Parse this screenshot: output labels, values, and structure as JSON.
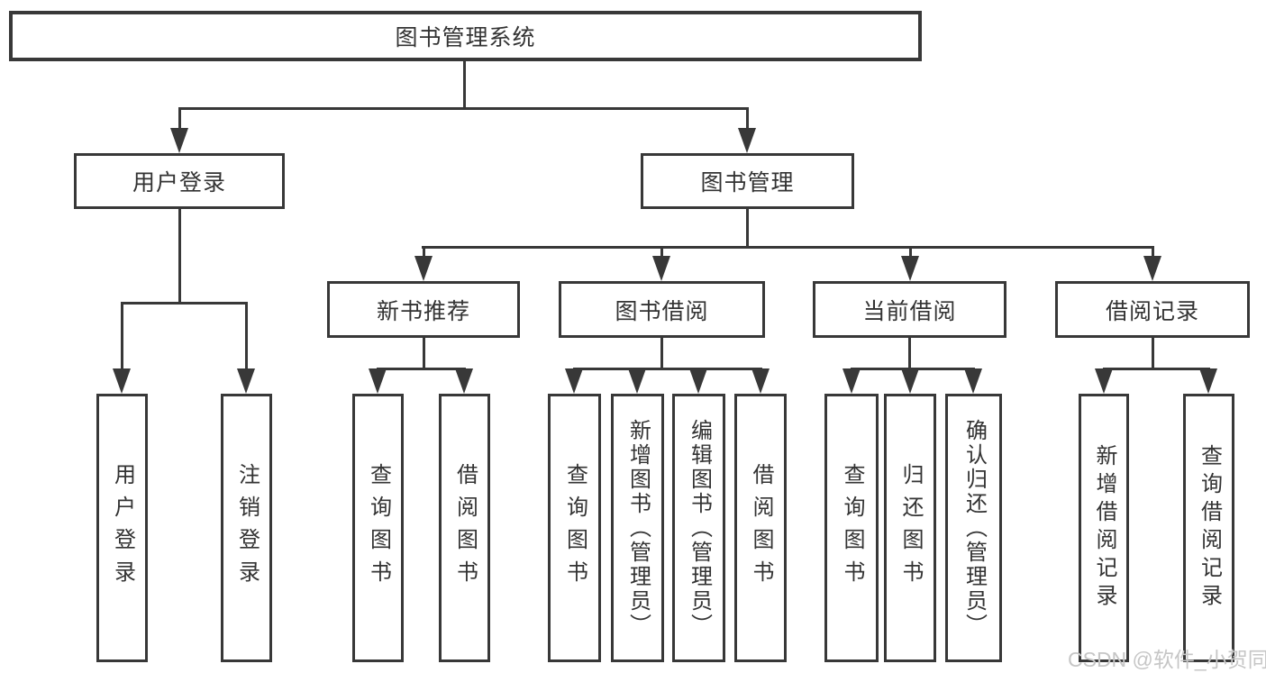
{
  "colors": {
    "line": "#383838",
    "text": "#333333",
    "watermark": "#c6c6c6",
    "background": "#ffffff"
  },
  "tree": {
    "root": {
      "label": "图书管理系统",
      "children": [
        {
          "label": "用户登录",
          "children": [
            {
              "label": "用户登录"
            },
            {
              "label": "注销登录"
            }
          ]
        },
        {
          "label": "图书管理",
          "children": [
            {
              "label": "新书推荐",
              "children": [
                {
                  "label": "查询图书"
                },
                {
                  "label": "借阅图书"
                }
              ]
            },
            {
              "label": "图书借阅",
              "children": [
                {
                  "label": "查询图书"
                },
                {
                  "label": "新增图书（管理员）"
                },
                {
                  "label": "编辑图书（管理员）"
                },
                {
                  "label": "借阅图书"
                }
              ]
            },
            {
              "label": "当前借阅",
              "children": [
                {
                  "label": "查询图书"
                },
                {
                  "label": "归还图书"
                },
                {
                  "label": "确认归还（管理员）"
                }
              ]
            },
            {
              "label": "借阅记录",
              "children": [
                {
                  "label": "新增借阅记录"
                },
                {
                  "label": "查询借阅记录"
                }
              ]
            }
          ]
        }
      ]
    }
  },
  "watermark": {
    "text": "CSDN @软件_小贺同学"
  }
}
